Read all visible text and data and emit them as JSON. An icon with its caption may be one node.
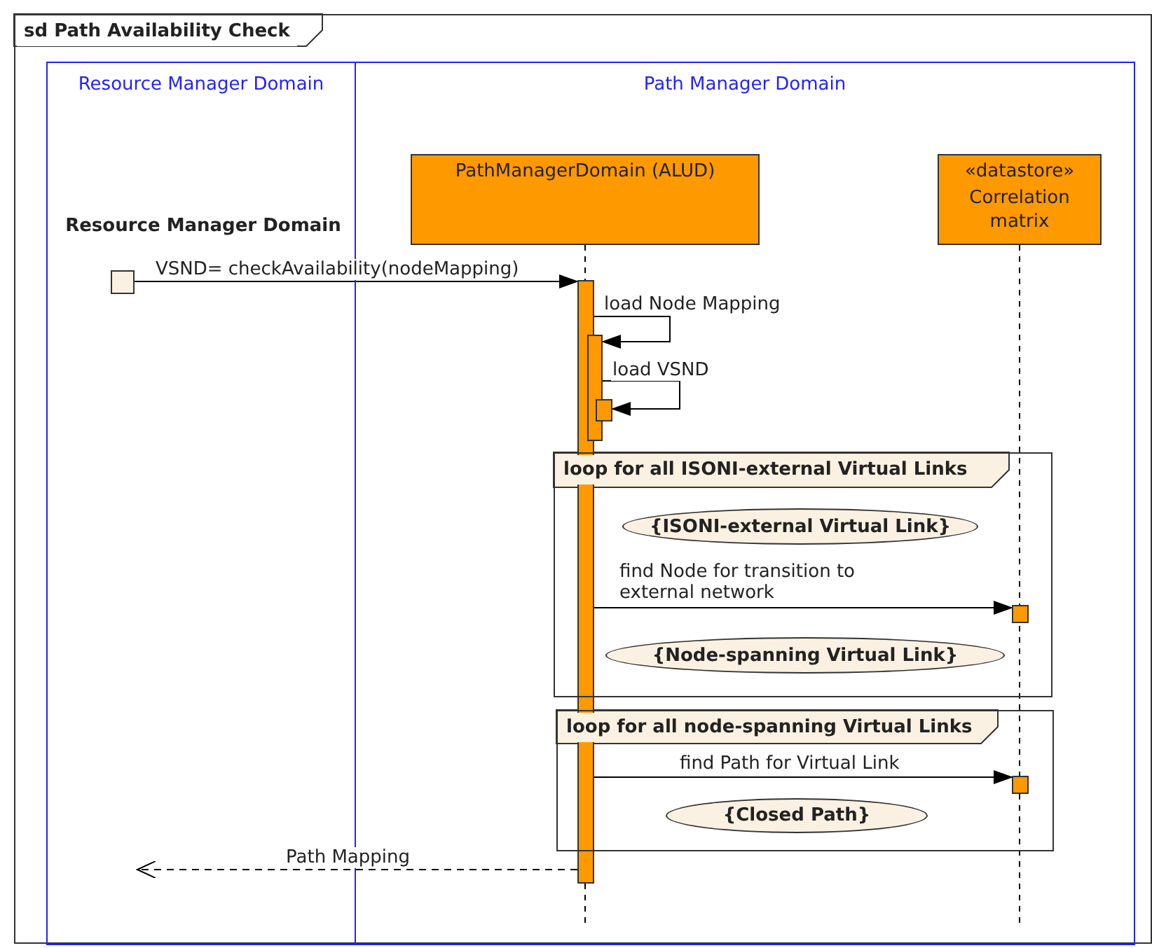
{
  "diagram": {
    "nodes": [
      {
        "text": [
          "sd Path Availability Check"
        ]
      },
      {
        "text": [
          "Resource Manager Domain"
        ],
        "in": 0
      },
      {
        "text": [
          "Path Manager Domain"
        ],
        "in": 0
      },
      {
        "text": [
          "Resource Manager Domain"
        ],
        "in": 1
      },
      {
        "text": [],
        "shape": "box",
        "in": 1
      },
      {
        "text": [
          "PathManagerDomain (ALUD)"
        ],
        "in": 2
      },
      {
        "text": [
          "«datastore»",
          "Correlation matrix"
        ],
        "in": 2
      },
      {
        "text": [],
        "shape": "bar",
        "in": 2
      },
      {
        "text": [],
        "shape": "bar",
        "in": 2
      },
      {
        "text": [],
        "shape": "bar",
        "in": 2
      },
      {
        "text": [
          "loop for all ISONI-external Virtual Links"
        ],
        "in": 2
      },
      {
        "text": [
          "{ISONI-external Virtual Link}"
        ],
        "in": 10
      },
      {
        "text": [],
        "shape": "bar",
        "in": 10
      },
      {
        "text": [
          "{Node-spanning Virtual Link}"
        ],
        "in": 10
      },
      {
        "text": [
          "loop for all node-spanning Virtual Links"
        ],
        "in": 2
      },
      {
        "text": [],
        "shape": "bar",
        "in": 14
      },
      {
        "text": [
          "{Closed Path}"
        ],
        "in": 14
      }
    ],
    "edges": [
      {
        "from": 4,
        "to": 7,
        "arrow": "to",
        "label": "VSND= checkAvailability(nodeMapping)"
      },
      {
        "from": 7,
        "to": 8,
        "arrow": "to",
        "label": "load Node Mapping"
      },
      {
        "from": 8,
        "to": 9,
        "arrow": "to",
        "label": "load VSND"
      },
      {
        "from": 7,
        "to": 12,
        "arrow": "to",
        "label": "find Node for transition to external network"
      },
      {
        "from": 7,
        "to": 15,
        "arrow": "to",
        "label": "find Path for Virtual Link"
      },
      {
        "from": 7,
        "to": null,
        "arrow": "to",
        "label": "Path Mapping",
        "style": "dashed"
      }
    ]
  }
}
